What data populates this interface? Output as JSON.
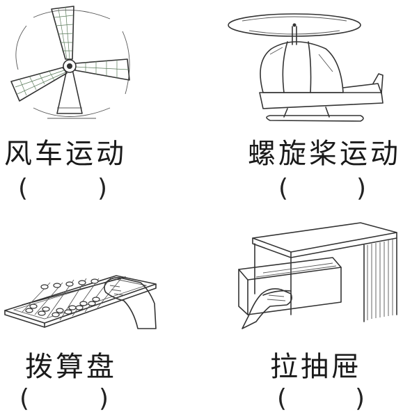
{
  "items": [
    {
      "label": "风车运动",
      "answer_left": "(",
      "answer_right": ")",
      "icon": "windmill-icon"
    },
    {
      "label": "螺旋桨运动",
      "answer_left": "(",
      "answer_right": ")",
      "icon": "helicopter-icon"
    },
    {
      "label": "拨算盘",
      "answer_left": "(",
      "answer_right": ")",
      "icon": "abacus-icon"
    },
    {
      "label": "拉抽屉",
      "answer_left": "(",
      "answer_right": ")",
      "icon": "drawer-icon"
    }
  ]
}
